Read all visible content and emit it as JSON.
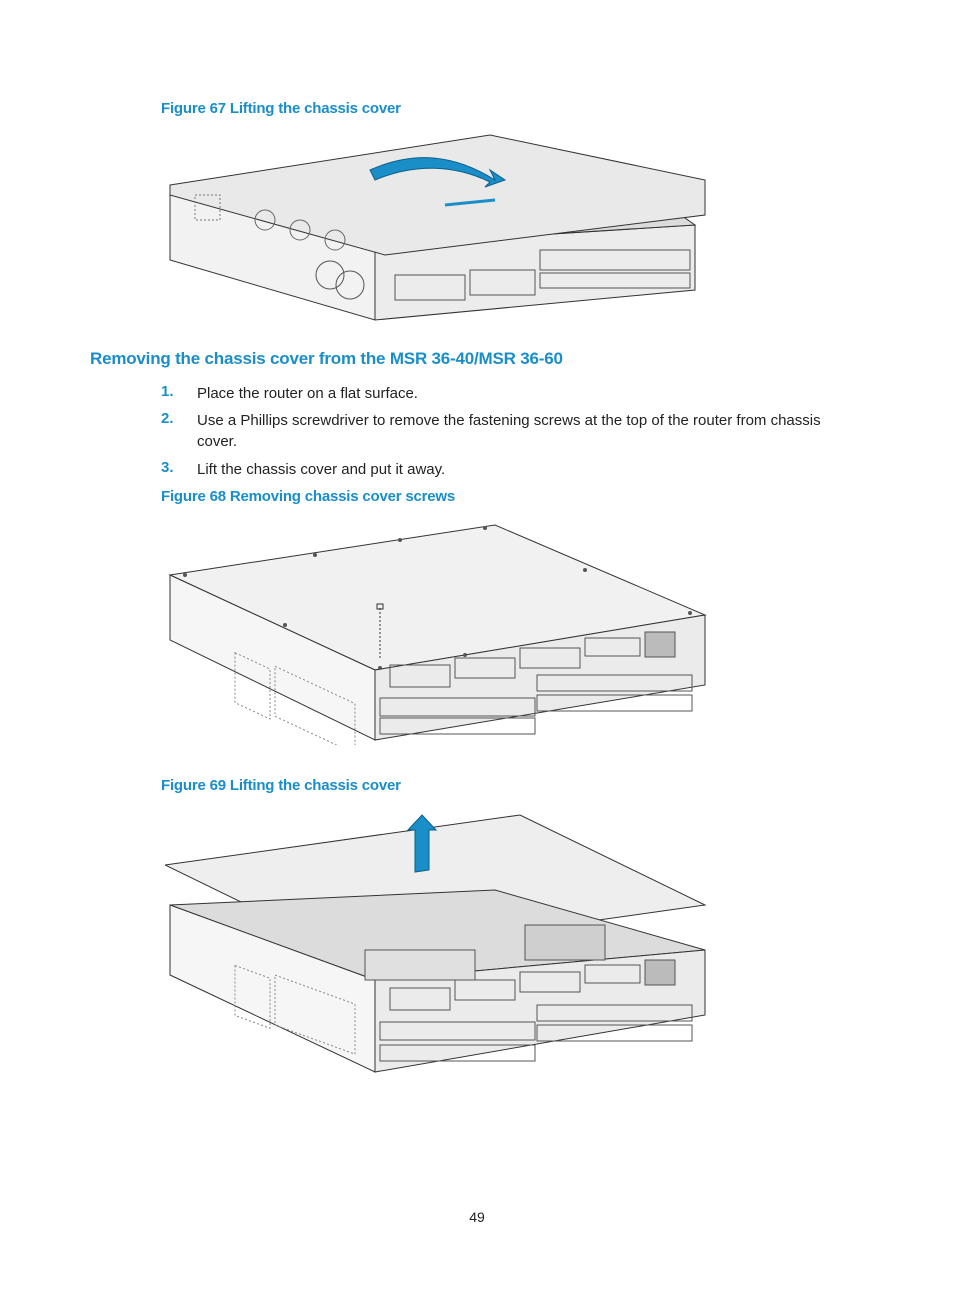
{
  "figure67": {
    "caption": "Figure 67 Lifting the chassis cover"
  },
  "section": {
    "heading": "Removing the chassis cover from the MSR 36-40/MSR 36-60"
  },
  "steps": [
    {
      "num": "1.",
      "text": "Place the router on a flat surface."
    },
    {
      "num": "2.",
      "text": "Use a Phillips screwdriver to remove the fastening screws at the top of the router from chassis cover."
    },
    {
      "num": "3.",
      "text": "Lift the chassis cover and put it away."
    }
  ],
  "figure68": {
    "caption": "Figure 68 Removing chassis cover screws"
  },
  "figure69": {
    "caption": "Figure 69 Lifting the chassis cover"
  },
  "page": {
    "number": "49"
  },
  "colors": {
    "accent": "#1a8ec8",
    "arrow": "#1a8ec8"
  }
}
